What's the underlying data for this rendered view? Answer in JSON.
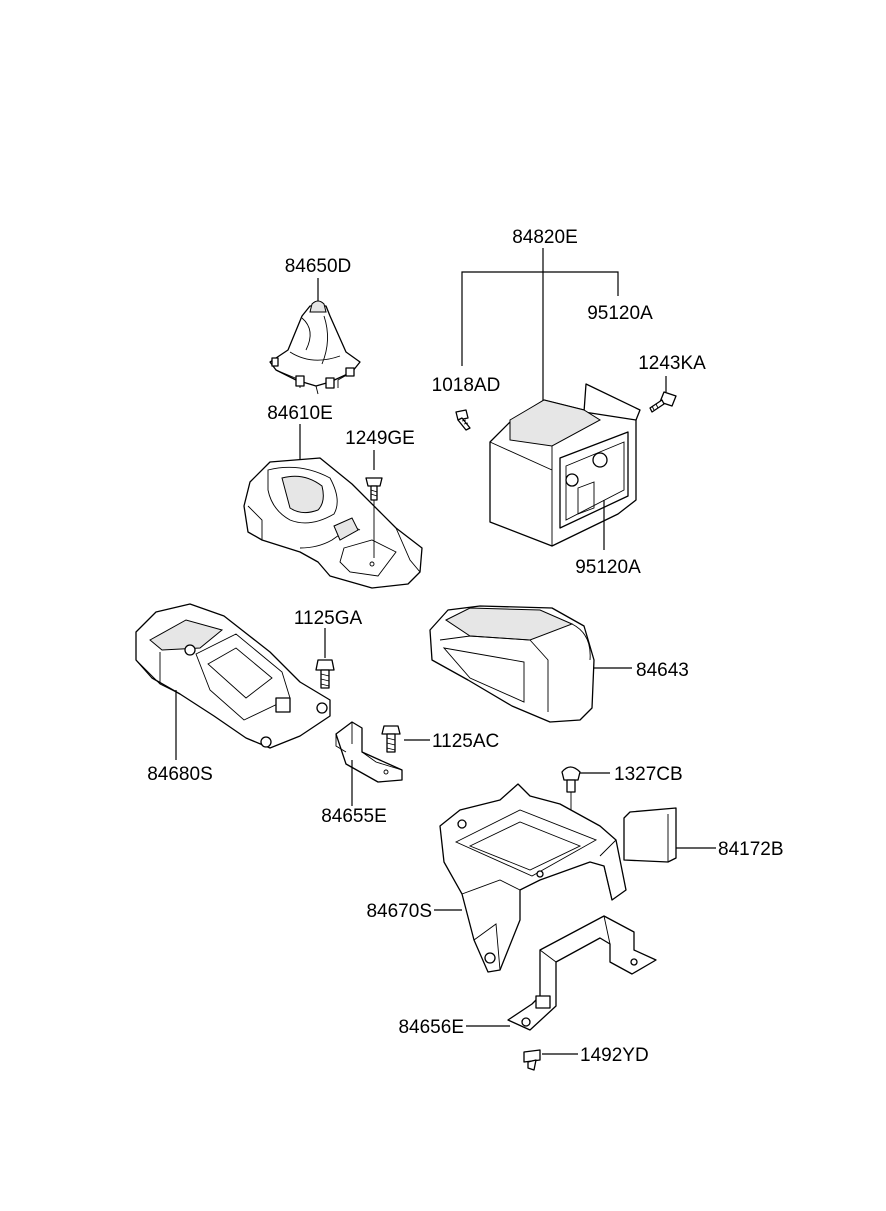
{
  "labels": {
    "l84650D": "84650D",
    "l84820E": "84820E",
    "l95120A_top": "95120A",
    "l1243KA": "1243KA",
    "l1018AD": "1018AD",
    "l84610E": "84610E",
    "l1249GE": "1249GE",
    "l95120A_bottom": "95120A",
    "l1125GA": "1125GA",
    "l84643": "84643",
    "l1125AC": "1125AC",
    "l84680S": "84680S",
    "l1327CB": "1327CB",
    "l84655E": "84655E",
    "l84172B": "84172B",
    "l84670S": "84670S",
    "l84656E": "84656E",
    "l1492YD": "1492YD"
  }
}
